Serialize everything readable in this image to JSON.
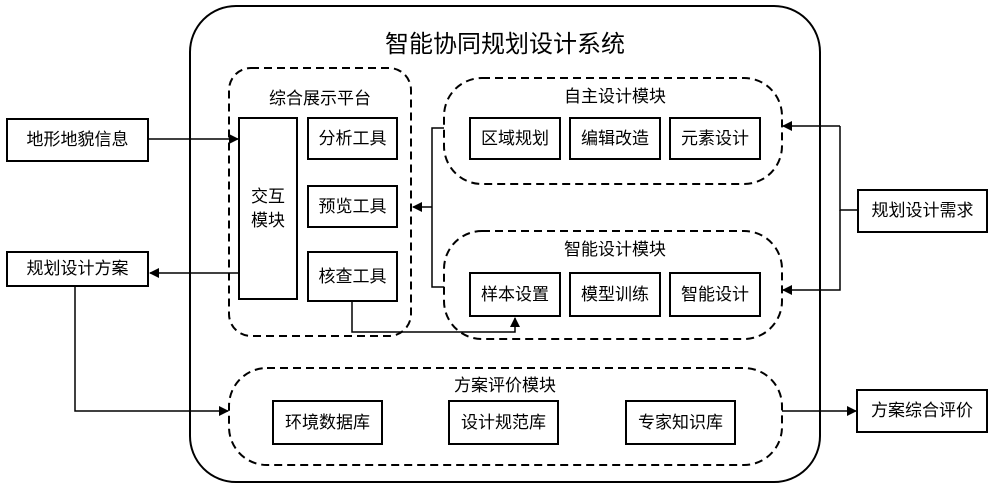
{
  "system": {
    "title": "智能协同规划设计系统"
  },
  "inputs": {
    "terrain": "地形地貌信息",
    "requirements": "规划设计需求"
  },
  "outputs": {
    "plan": "规划设计方案",
    "overall_evaluation": "方案综合评价"
  },
  "display_platform": {
    "title": "综合展示平台",
    "interaction_module": [
      "交互",
      "模块"
    ],
    "tools": [
      "分析工具",
      "预览工具",
      "核查工具"
    ]
  },
  "autonomous_module": {
    "title": "自主设计模块",
    "items": [
      "区域规划",
      "编辑改造",
      "元素设计"
    ]
  },
  "intelligent_module": {
    "title": "智能设计模块",
    "items": [
      "样本设置",
      "模型训练",
      "智能设计"
    ]
  },
  "evaluation_module": {
    "title": "方案评价模块",
    "items": [
      "环境数据库",
      "设计规范库",
      "专家知识库"
    ]
  },
  "colors": {
    "stroke": "#000000",
    "background": "#ffffff"
  }
}
